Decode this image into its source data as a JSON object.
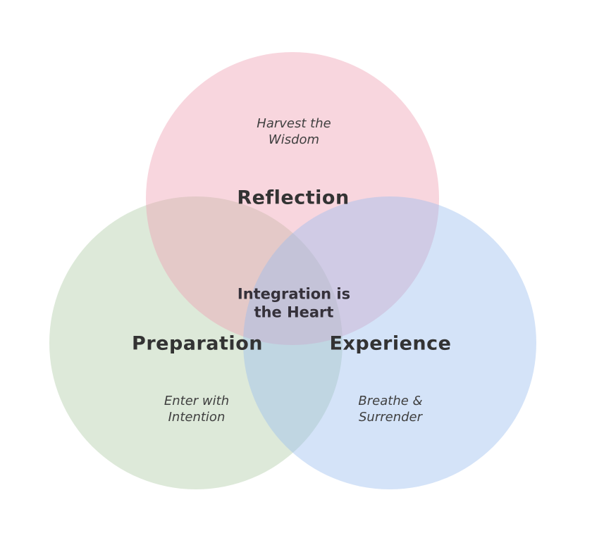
{
  "diagram": {
    "type": "venn3",
    "background_color": "#ffffff",
    "text_colors": {
      "title": "#333333",
      "sublabel": "#404040",
      "center": "#35313a"
    },
    "center_label": {
      "line1": "Integration is",
      "line2": "the Heart"
    },
    "sets": [
      {
        "name": "Reflection",
        "position": "top",
        "sublabel_line1": "Harvest the",
        "sublabel_line2": "Wisdom",
        "fill": "rgba(238,157,176,0.42)",
        "fill_on_white_hex": "#f8d6de"
      },
      {
        "name": "Preparation",
        "position": "bottom-left",
        "sublabel_line1": "Enter with",
        "sublabel_line2": "Intention",
        "fill": "rgba(174,202,164,0.42)",
        "fill_on_white_hex": "#dde9d9"
      },
      {
        "name": "Experience",
        "position": "bottom-right",
        "sublabel_line1": "Breathe &",
        "sublabel_line2": "Surrender",
        "fill": "rgba(153,188,238,0.42)",
        "fill_on_white_hex": "#d4e3f8"
      }
    ],
    "overlap_colors": {
      "reflection_preparation": "#e6d4d3",
      "reflection_experience": "#d0cbe5",
      "preparation_experience": "#bfd9e6",
      "triple_center": "#c9c4d7"
    }
  }
}
